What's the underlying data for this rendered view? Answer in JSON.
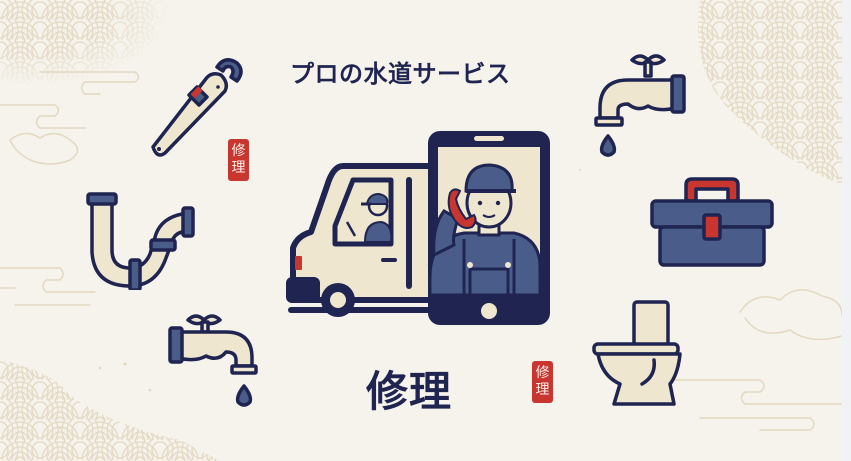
{
  "title": "プロの水道サービス",
  "main_label": "修理",
  "seals": [
    {
      "line1": "修",
      "line2": "理"
    },
    {
      "line1": "修",
      "line2": "理"
    }
  ],
  "icons": [
    "pipe-wrench-icon",
    "p-trap-pipe-icon",
    "faucet-left-icon",
    "van-icon",
    "smartphone-plumber-icon",
    "faucet-right-icon",
    "toolbox-icon",
    "toilet-icon"
  ],
  "colors": {
    "background": "#f5f3ec",
    "navy": "#1f2450",
    "slate_blue": "#4a5d8a",
    "cream": "#efe6cf",
    "red": "#c8362f",
    "pattern": "#e3d8c2"
  }
}
